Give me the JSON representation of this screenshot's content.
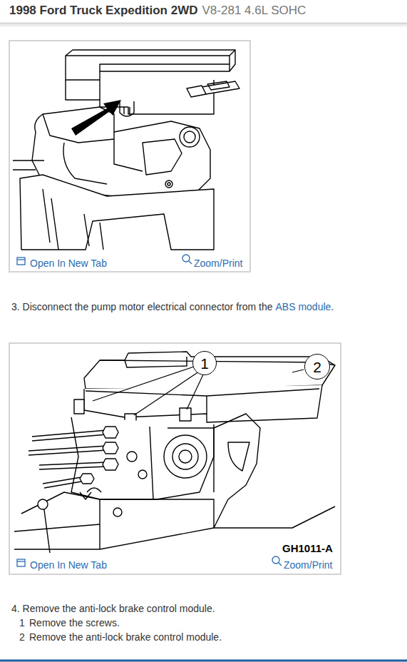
{
  "diagram": {
    "title": "1998 Ford Truck Expedition 2WD",
    "nodes": [
      {
        "text": [
          "Open In New Tab",
          "Zoom/Print"
        ]
      },
      {
        "text": [
          "Open In New Tab",
          "Zoom/Print"
        ]
      },
      {
        "text": [
          "1"
        ],
        "in": 1
      },
      {
        "text": [
          "2"
        ],
        "in": 1
      }
    ],
    "labels": [
      "V8-281 4.6L SOHC",
      "GH1011-A",
      "3. Disconnect the pump motor electrical connector from the",
      "ABS module",
      ".",
      "4. Remove the anti-lock brake control module.",
      "1",
      "Remove the screws.",
      "2",
      "Remove the anti-lock brake control module."
    ]
  }
}
